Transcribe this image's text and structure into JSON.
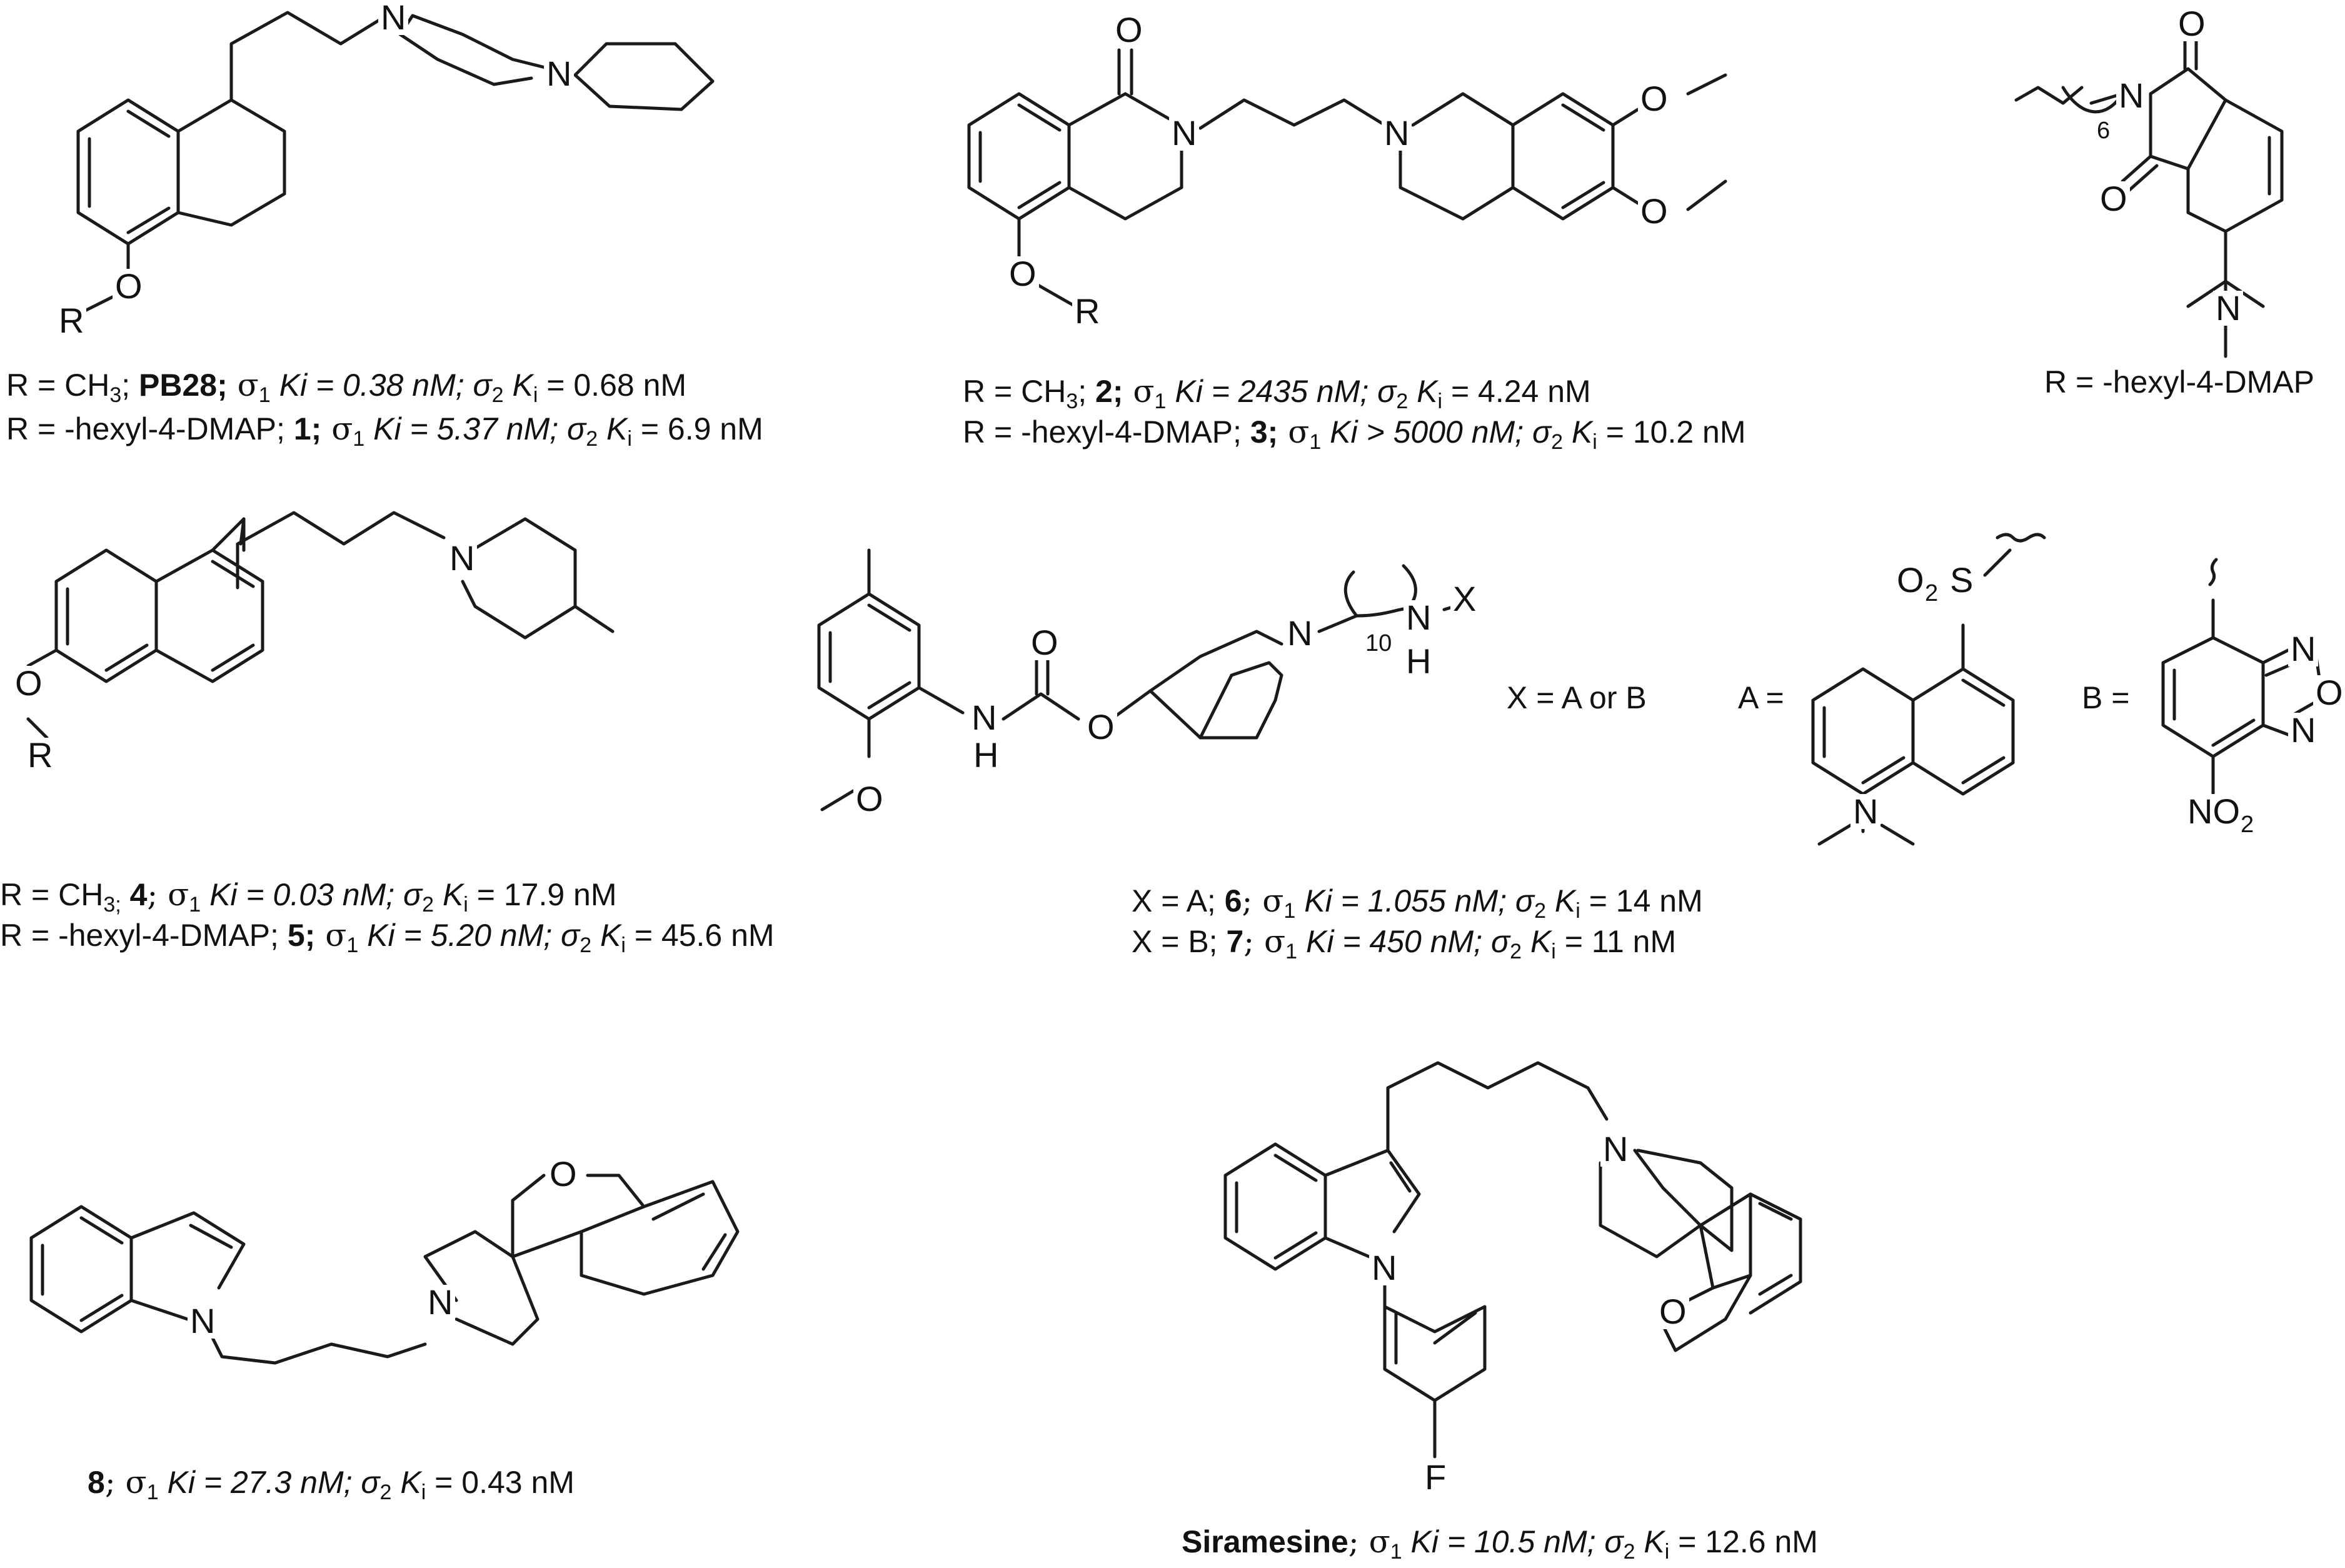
{
  "atoms": {
    "n": "N",
    "o": "O",
    "h": "H",
    "f": "F",
    "r": "R",
    "s": "S",
    "x": "X",
    "nh": "NH",
    "o2": "O",
    "two": "2",
    "six": "6",
    "ten": "10",
    "no2_main": "NO"
  },
  "labels": {
    "x_a_or_b": "X = A or B",
    "a_eq": "A =",
    "b_eq": "B =",
    "r_hexyl": "R = -hexyl-4-DMAP"
  },
  "captions": {
    "c1": {
      "pre": "R = CH",
      "sub": "3",
      "mid": "; ",
      "bold": "PB28;",
      "post": " σ",
      "s1": "1",
      "k1": " Ki = 0.38 nM; σ",
      "s2": "2",
      "k2": " K",
      "s3": "i",
      "end": " = 0.68 nM"
    },
    "c2": {
      "pre": "R = -hexyl-4-DMAP; ",
      "bold": "1;",
      "post": " σ",
      "s1": "1",
      "k1": " Ki = 5.37 nM; σ",
      "s2": "2",
      "k2": " K",
      "s3": "i",
      "end": " = 6.9 nM"
    },
    "c3": {
      "pre": "R = CH",
      "sub": "3",
      "mid": "; ",
      "bold": "2;",
      "post": " σ",
      "s1": "1",
      "k1": " Ki = 2435 nM; σ",
      "s2": "2",
      "k2": " K",
      "s3": "i",
      "end": " = 4.24 nM"
    },
    "c4": {
      "pre": "R = -hexyl-4-DMAP; ",
      "bold": "3;",
      "post": " σ",
      "s1": "1",
      "k1": " Ki > 5000 nM; σ",
      "s2": "2",
      "k2": " K",
      "s3": "i",
      "end": " = 10.2 nM"
    },
    "c5": {
      "pre": "R = CH",
      "sub": "3;",
      "mid": " ",
      "bold": "4",
      "post": "; σ",
      "s1": "1",
      "k1": " Ki = 0.03 nM; σ",
      "s2": "2",
      "k2": " K",
      "s3": "i",
      "end": " = 17.9 nM"
    },
    "c6": {
      "pre": "R = -hexyl-4-DMAP; ",
      "bold": "5;",
      "post": " σ",
      "s1": "1",
      "k1": " Ki = 5.20 nM; σ",
      "s2": "2",
      "k2": " K",
      "s3": "i",
      "end": " = 45.6 nM"
    },
    "c7": {
      "pre": "X = A; ",
      "bold": "6",
      "post": "; σ",
      "s1": "1",
      "k1": " Ki = 1.055 nM; σ",
      "s2": "2",
      "k2": " K",
      "s3": "i",
      "end": " = 14 nM"
    },
    "c8": {
      "pre": "X = B; ",
      "bold": "7",
      "post": "; σ",
      "s1": "1",
      "k1": " Ki = 450 nM; σ",
      "s2": "2",
      "k2": " K",
      "s3": "i",
      "end": " = 11 nM"
    },
    "c9": {
      "pre": "",
      "bold": "8",
      "post": "; σ",
      "s1": "1",
      "k1": " Ki = 27.3 nM; σ",
      "s2": "2",
      "k2": " K",
      "s3": "i",
      "end": " = 0.43 nM"
    },
    "c10": {
      "pre": "",
      "bold": "Siramesine",
      "post": "; σ",
      "s1": "1",
      "k1": " Ki = 10.5 nM; σ",
      "s2": "2",
      "k2": " K",
      "s3": "i",
      "end": " = 12.6 nM"
    }
  }
}
